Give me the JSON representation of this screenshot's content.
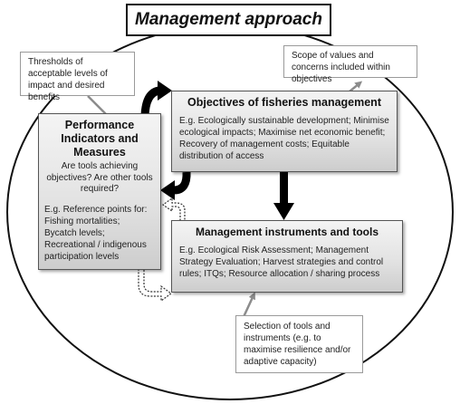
{
  "title": "Management approach",
  "notes": {
    "thresholds": "Thresholds of acceptable levels of impact and desired benefits",
    "scope": "Scope of values and concerns included within objectives",
    "selection": "Selection of tools and instruments (e.g. to maximise resilience and/or adaptive capacity)"
  },
  "boxes": {
    "performance": {
      "title": "Performance Indicators and Measures",
      "question": "Are tools achieving objectives? Are other tools required?",
      "examples_intro": "E.g. Reference points for:",
      "examples": [
        "Fishing mortalities;",
        "Bycatch levels;",
        "Recreational / indigenous participation levels"
      ]
    },
    "objectives": {
      "title": "Objectives of fisheries management",
      "body": "E.g. Ecologically sustainable development; Minimise ecological impacts; Maximise net economic benefit; Recovery of management costs; Equitable distribution of access"
    },
    "instruments": {
      "title": "Management instruments and tools",
      "body": "E.g. Ecological Risk Assessment; Management Strategy Evaluation; Harvest strategies and control rules; ITQs; Resource allocation / sharing process"
    }
  },
  "colors": {
    "box_gradient_top": "#f4f4f4",
    "box_gradient_bottom": "#cdcdcd",
    "arrow_solid": "#000000",
    "callout_arrow": "#8c8c8c"
  }
}
